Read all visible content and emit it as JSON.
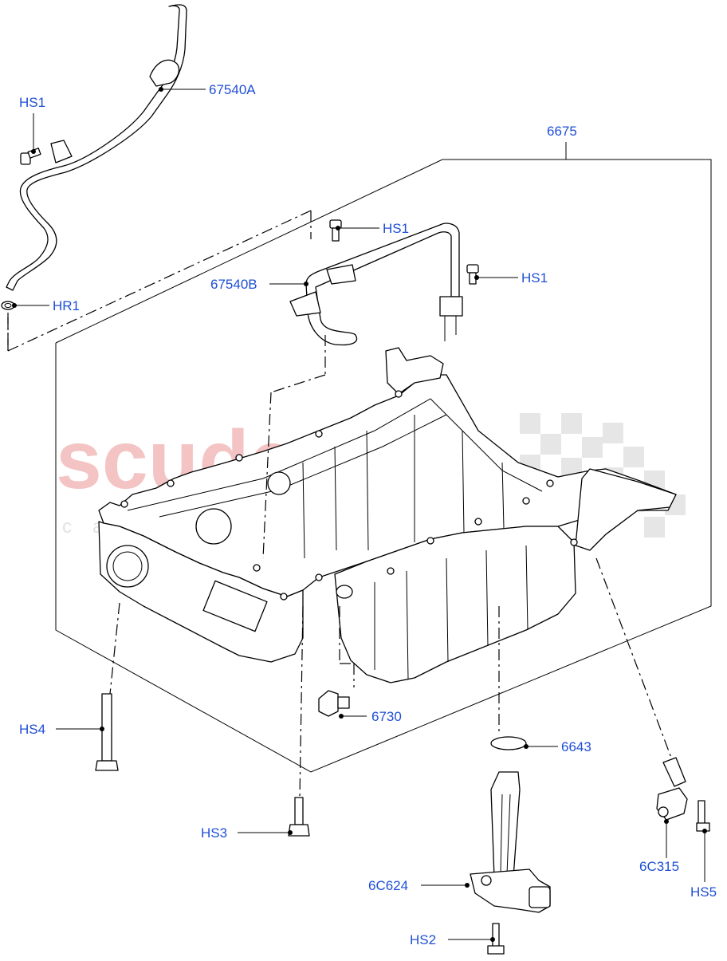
{
  "watermark": {
    "brand": "scuderia",
    "tagline": "car parts"
  },
  "callouts": [
    {
      "id": "67540A",
      "text": "67540A"
    },
    {
      "id": "HS1_top",
      "text": "HS1"
    },
    {
      "id": "HR1",
      "text": "HR1"
    },
    {
      "id": "6675",
      "text": "6675"
    },
    {
      "id": "HS1_mid",
      "text": "HS1"
    },
    {
      "id": "HS1_right",
      "text": "HS1"
    },
    {
      "id": "67540B",
      "text": "67540B"
    },
    {
      "id": "HS4",
      "text": "HS4"
    },
    {
      "id": "6730",
      "text": "6730"
    },
    {
      "id": "6643",
      "text": "6643"
    },
    {
      "id": "HS3",
      "text": "HS3"
    },
    {
      "id": "6C624",
      "text": "6C624"
    },
    {
      "id": "6C315",
      "text": "6C315"
    },
    {
      "id": "HS5",
      "text": "HS5"
    },
    {
      "id": "HS2",
      "text": "HS2"
    }
  ],
  "colors": {
    "label": "#1f4fd6",
    "line": "#000000",
    "watermark": "#f4c4c4"
  }
}
